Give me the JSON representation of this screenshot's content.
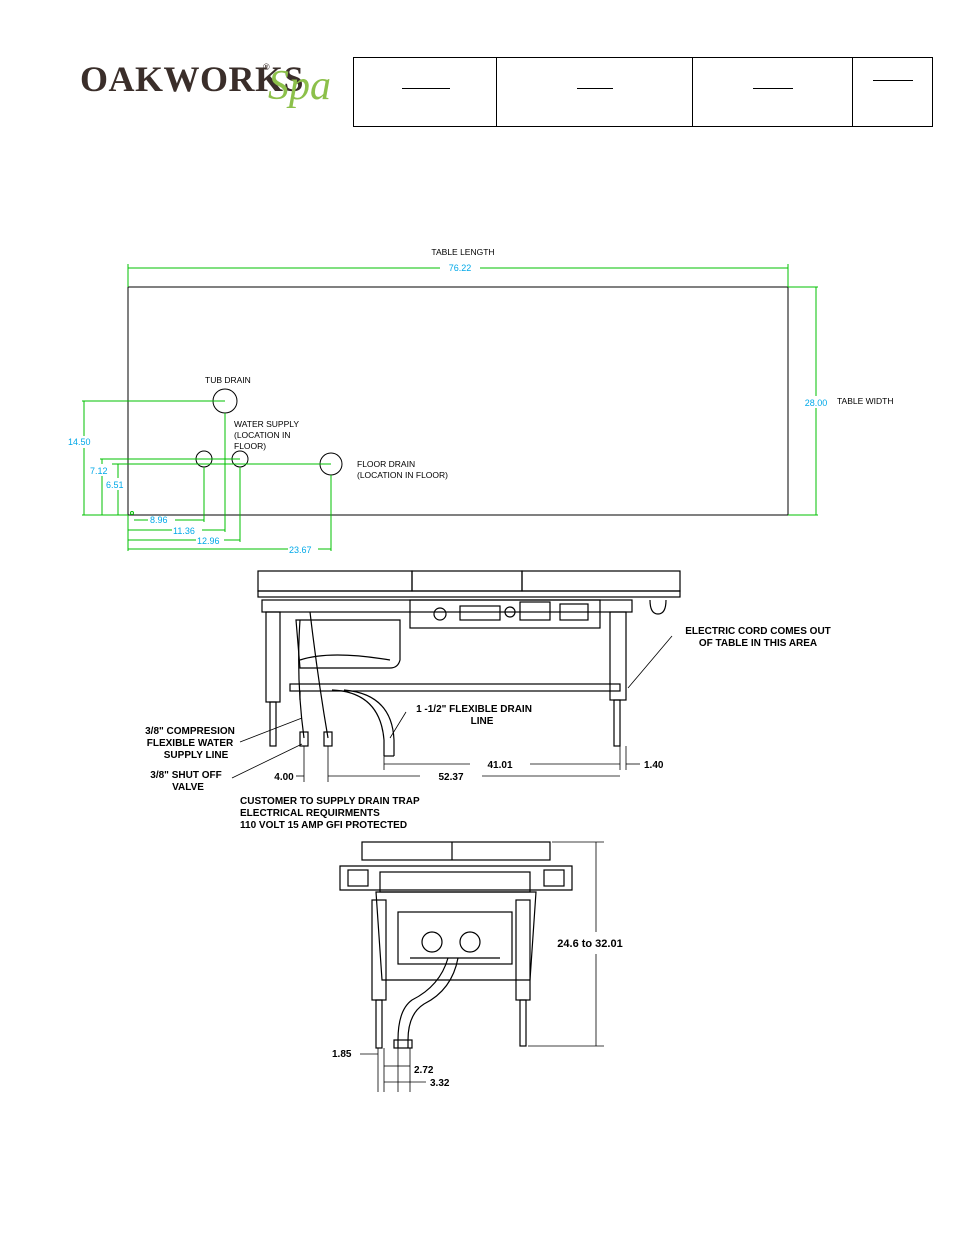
{
  "logo": {
    "brand": "OAKWORKS",
    "reg": "®",
    "script": "Spa"
  },
  "colors": {
    "dimension": "#00c000",
    "dim_value": "#00a8e8",
    "ink": "#000000",
    "brand_dark": "#3a2e2a",
    "brand_green": "#8cc04a"
  },
  "plan": {
    "table_length_label": "TABLE LENGTH",
    "table_length_value": "76.22",
    "table_width_label": "TABLE WIDTH",
    "table_width_value": "28.00",
    "tub_drain_label": "TUB DRAIN",
    "water_supply_label": [
      "WATER SUPPLY",
      "(LOCATION IN",
      "FLOOR)"
    ],
    "floor_drain_label": [
      "FLOOR DRAIN",
      "(LOCATION IN FLOOR)"
    ],
    "dims": {
      "v1": "14.50",
      "v2": "7.12",
      "v3": "6.51",
      "h1": "8.96",
      "h2": "11.36",
      "h3": "12.96",
      "h4": "23.67"
    }
  },
  "side_view": {
    "electric_cord_note": [
      "ELECTRIC CORD COMES OUT",
      "OF TABLE IN THIS AREA"
    ],
    "flexible_drain_note": [
      "1 -1/2\" FLEXIBLE DRAIN",
      "LINE"
    ],
    "compression_note": [
      "3/8\" COMPRESION",
      "FLEXIBLE WATER",
      "SUPPLY LINE"
    ],
    "shutoff_note": [
      "3/8\" SHUT OFF",
      "VALVE"
    ],
    "dims": {
      "d1": "41.01",
      "d2": "1.40",
      "d3": "4.00",
      "d4": "52.37"
    },
    "customer_notes": [
      "CUSTOMER TO SUPPLY DRAIN TRAP",
      "ELECTRICAL REQUIRMENTS",
      "110 VOLT 15 AMP GFI PROTECTED"
    ]
  },
  "end_view": {
    "height_dim": "24.6 to 32.01",
    "dims": {
      "d1": "1.85",
      "d2": "2.72",
      "d3": "3.32"
    }
  }
}
